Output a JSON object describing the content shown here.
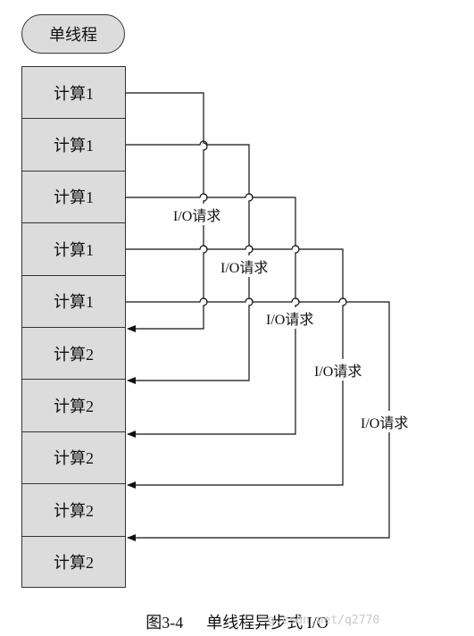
{
  "diagram": {
    "title_label": "单线程",
    "blocks": [
      {
        "label": "计算1"
      },
      {
        "label": "计算1"
      },
      {
        "label": "计算1"
      },
      {
        "label": "计算1"
      },
      {
        "label": "计算1"
      },
      {
        "label": "计算2"
      },
      {
        "label": "计算2"
      },
      {
        "label": "计算2"
      },
      {
        "label": "计算2"
      },
      {
        "label": "计算2"
      }
    ],
    "request_labels": [
      "I/O请求",
      "I/O请求",
      "I/O请求",
      "I/O请求",
      "I/O请求"
    ],
    "caption_number": "图3-4",
    "caption_text": "单线程异步式 I/O",
    "watermark": "g.csdn.net/q2770"
  }
}
